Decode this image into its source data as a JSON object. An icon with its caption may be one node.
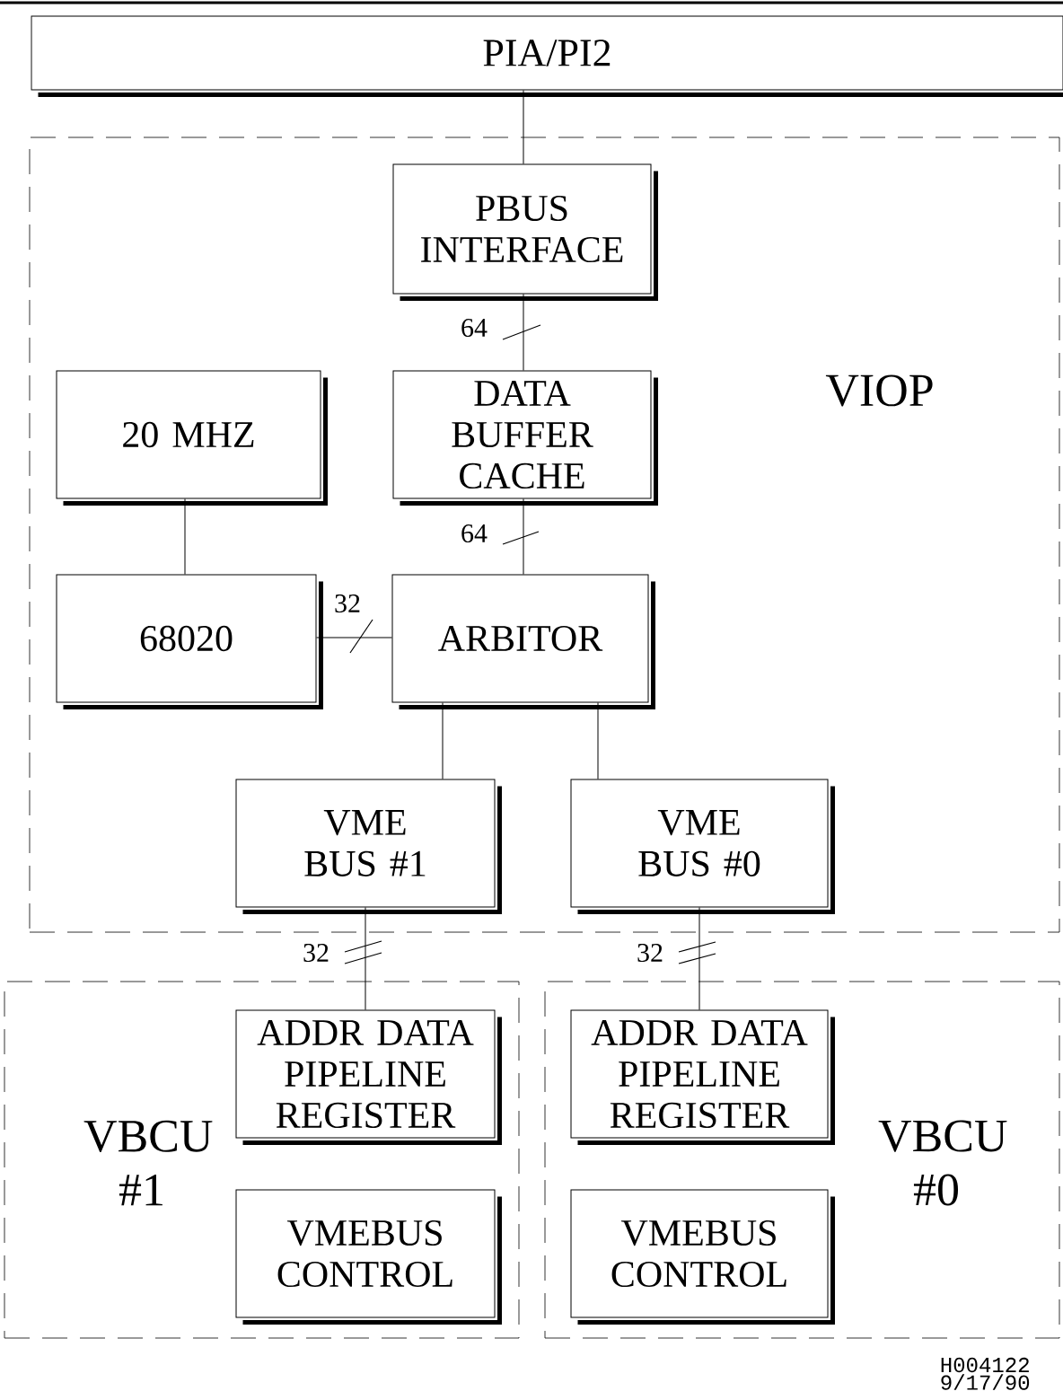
{
  "diagram": {
    "nodes": [
      {
        "text": [
          "PIA/PI2"
        ]
      },
      {
        "text": [
          "VIOP"
        ]
      },
      {
        "text": [
          "PBUS INTERFACE"
        ],
        "in": 1
      },
      {
        "text": [
          "20 MHZ"
        ],
        "in": 1
      },
      {
        "text": [
          "DATA BUFFER CACHE"
        ],
        "in": 1
      },
      {
        "text": [
          "68020"
        ],
        "in": 1
      },
      {
        "text": [
          "ARBITOR"
        ],
        "in": 1
      },
      {
        "text": [
          "VME BUS #1"
        ],
        "in": 1
      },
      {
        "text": [
          "VME BUS #0"
        ],
        "in": 1
      },
      {
        "text": [
          "VBCU #1"
        ]
      },
      {
        "text": [
          "ADDR DATA PIPELINE REGISTER"
        ],
        "in": 9
      },
      {
        "text": [
          "VMEBUS CONTROL"
        ],
        "in": 9
      },
      {
        "text": [
          "VBCU #0"
        ]
      },
      {
        "text": [
          "ADDR DATA PIPELINE REGISTER"
        ],
        "in": 12
      },
      {
        "text": [
          "VMEBUS CONTROL"
        ],
        "in": 12
      }
    ],
    "edges": [
      {
        "from": 0,
        "to": 2,
        "arrow": "none"
      },
      {
        "from": 2,
        "to": 4,
        "arrow": "none",
        "label": "64"
      },
      {
        "from": 3,
        "to": 5,
        "arrow": "none"
      },
      {
        "from": 4,
        "to": 6,
        "arrow": "none",
        "label": "64"
      },
      {
        "from": 5,
        "to": 6,
        "arrow": "none",
        "label": "32"
      },
      {
        "from": 6,
        "to": 7,
        "arrow": "none"
      },
      {
        "from": 6,
        "to": 8,
        "arrow": "none"
      },
      {
        "from": 7,
        "to": 10,
        "arrow": "none",
        "label": "32"
      },
      {
        "from": 8,
        "to": 13,
        "arrow": "none",
        "label": "32"
      }
    ],
    "labels": [
      "H004122",
      "9/17/90"
    ]
  }
}
